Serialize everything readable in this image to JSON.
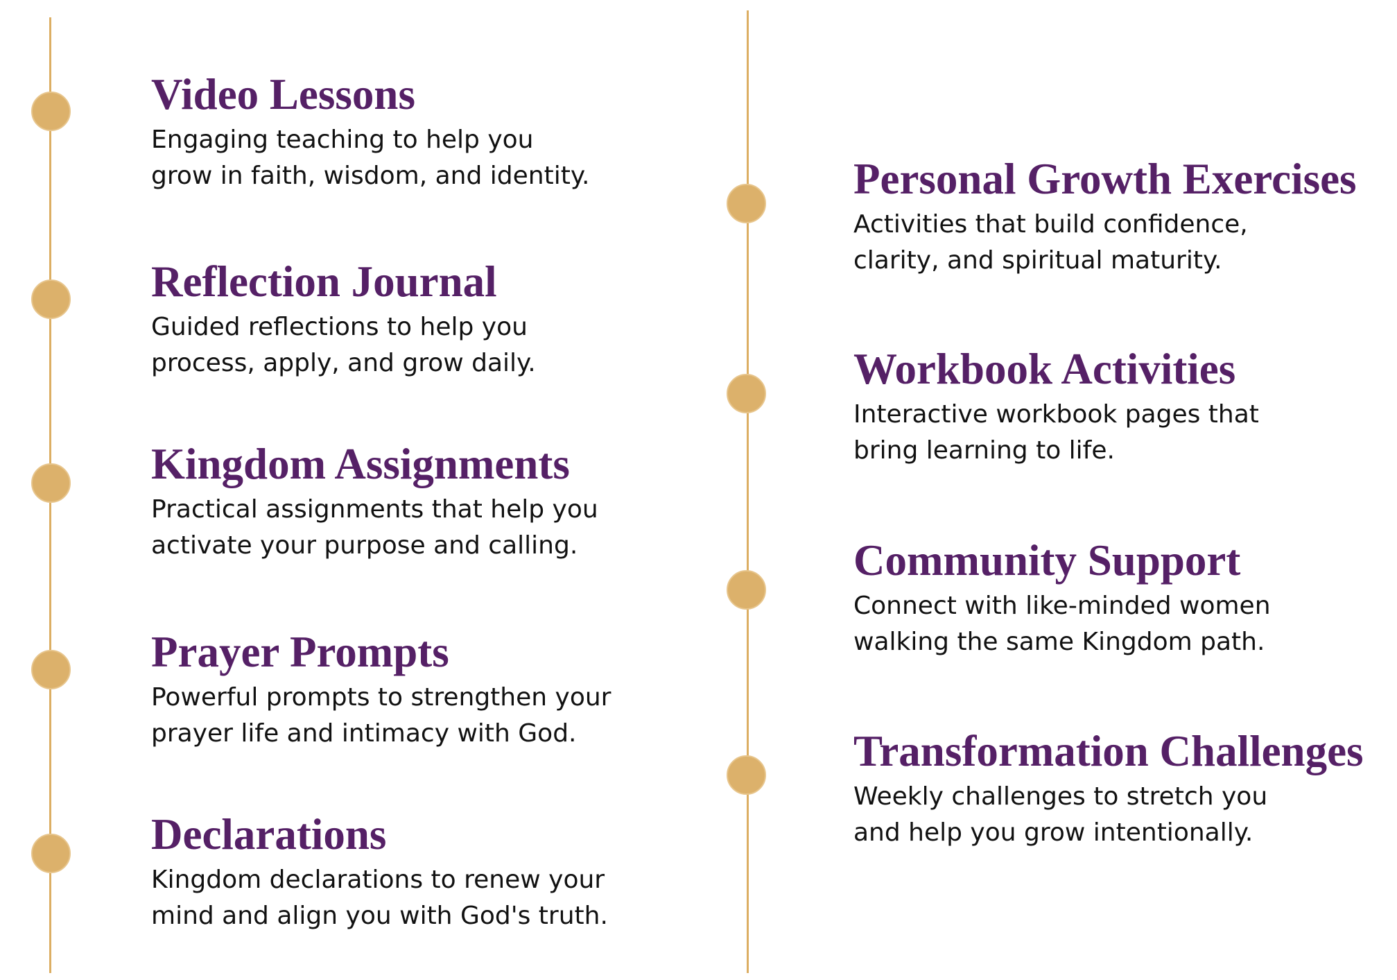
{
  "colors": {
    "title": "#552066",
    "body_text": "#111111",
    "accent_gold": "#dcae63",
    "background": "#ffffff"
  },
  "left": {
    "items": [
      {
        "title": "Video Lessons",
        "description": "Engaging teaching to help you\ngrow in faith, wisdom, and identity."
      },
      {
        "title": "Reflection Journal",
        "description": "Guided reflections to help you\nprocess, apply, and grow daily."
      },
      {
        "title": "Kingdom Assignments",
        "description": "Practical assignments that help you\nactivate your purpose and calling."
      },
      {
        "title": "Prayer Prompts",
        "description": "Powerful prompts to strengthen your\nprayer life and intimacy with God."
      },
      {
        "title": "Declarations",
        "description": "Kingdom declarations to renew your\nmind and align you with God's truth."
      }
    ]
  },
  "right": {
    "items": [
      {
        "title": "Personal Growth Exercises",
        "description": "Activities that build confidence,\nclarity, and spiritual maturity."
      },
      {
        "title": "Workbook Activities",
        "description": "Interactive workbook pages that\nbring learning to life."
      },
      {
        "title": "Community Support",
        "description": "Connect with like-minded women\nwalking the same Kingdom path."
      },
      {
        "title": "Transformation Challenges",
        "description": "Weekly challenges to stretch you\nand help you grow intentionally."
      }
    ]
  }
}
